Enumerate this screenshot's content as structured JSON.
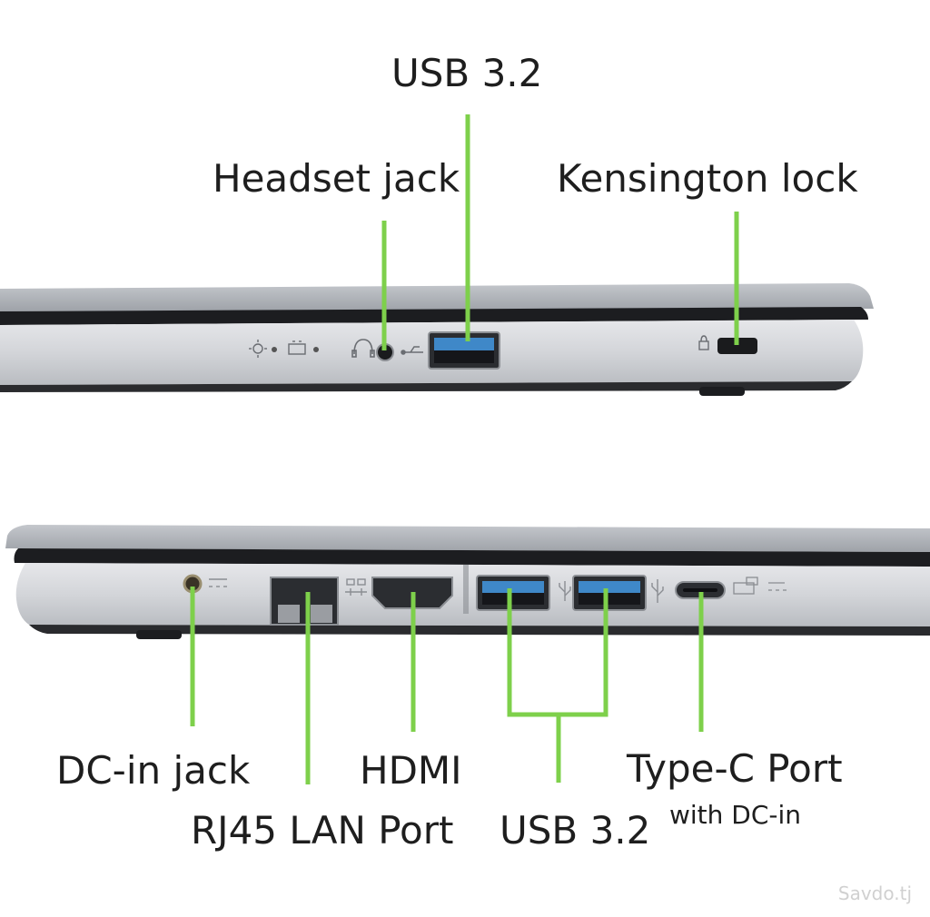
{
  "colors": {
    "callout": "#7ed04b",
    "chassis_light": "#d9dbde",
    "chassis_mid": "#b7babf",
    "chassis_dark": "#1c1d20",
    "port_blue": "#3f88c8",
    "label_text": "#1e1e1e"
  },
  "top_side": {
    "labels": {
      "usb": "USB 3.2",
      "headset": "Headset jack",
      "kensington": "Kensington lock"
    },
    "icons": [
      "power-led-icon",
      "battery-led-icon",
      "headset-icon",
      "usb-icon",
      "lock-icon"
    ]
  },
  "bottom_side": {
    "labels": {
      "dc_in": "DC-in jack",
      "rj45": "RJ45 LAN Port",
      "hdmi": "HDMI",
      "usb": "USB 3.2",
      "typec": "Type-C Port",
      "typec_sub": "with DC-in"
    },
    "icons": [
      "dc-in-icon",
      "network-icon",
      "hdmi-icon",
      "usb-icon",
      "usb-icon",
      "usb-c-icon"
    ]
  },
  "watermark": "Savdo.tj"
}
